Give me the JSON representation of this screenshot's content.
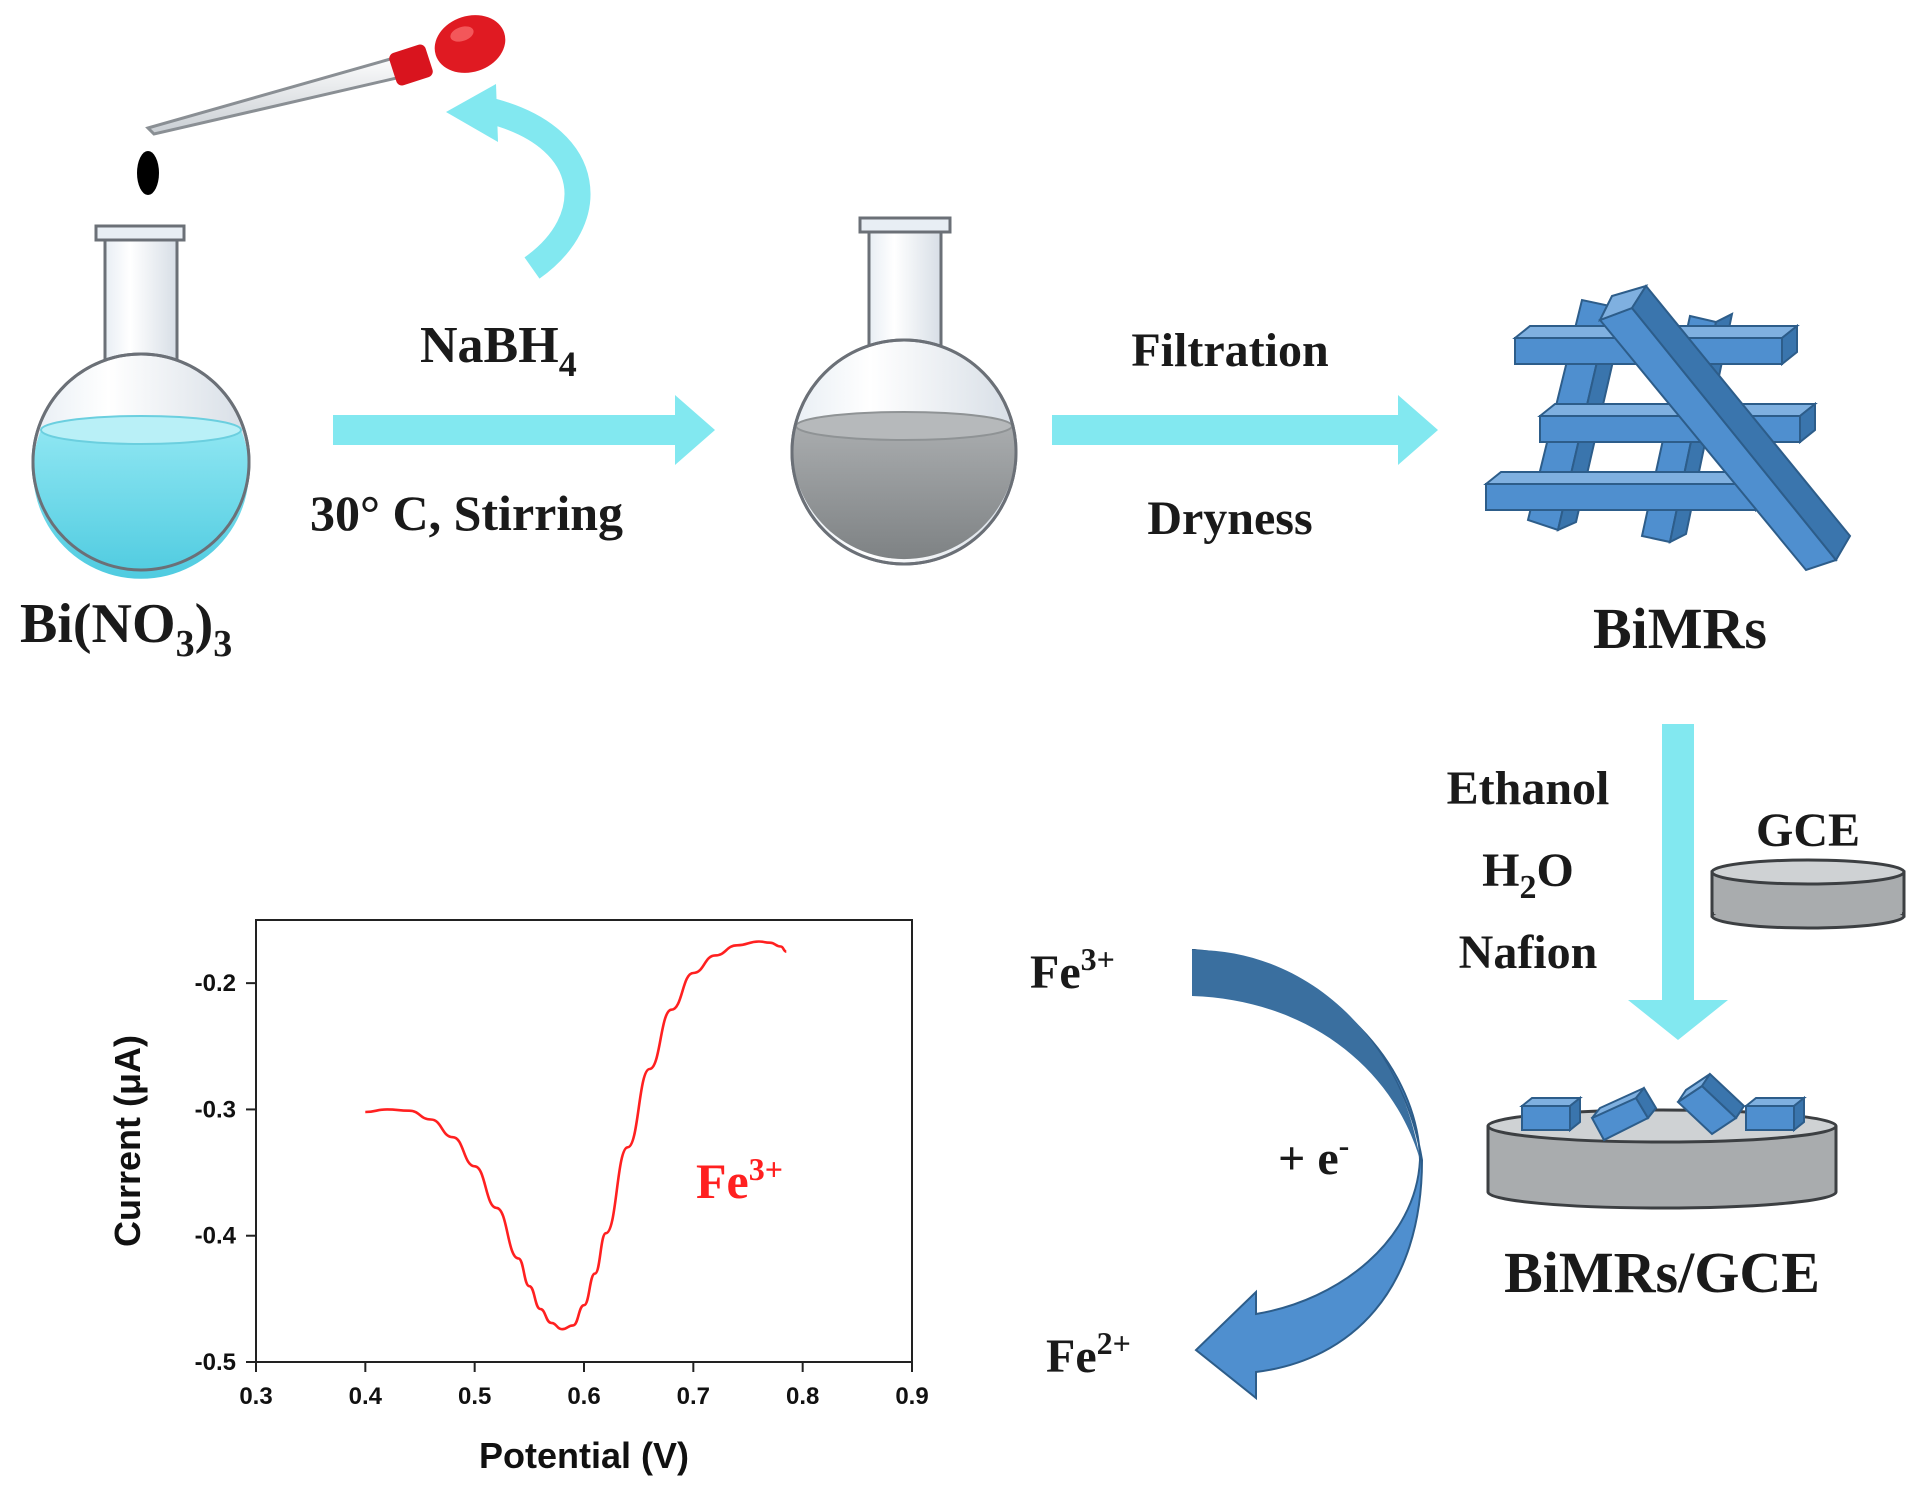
{
  "step1": {
    "reactant_base": "Bi(NO",
    "reactant_sub1": "3",
    "reactant_close": ")",
    "reactant_sub2": "3",
    "reagent_base": "NaBH",
    "reagent_sub": "4",
    "conditions": "30° C,  Stirring"
  },
  "step2": {
    "label_top": "Filtration",
    "label_bottom": "Dryness",
    "product": "BiMRs"
  },
  "step3": {
    "solvent1": "Ethanol",
    "solvent2_base": "H",
    "solvent2_sub": "2",
    "solvent2_end": "O",
    "solvent3": "Nafion",
    "electrode": "GCE",
    "product": "BiMRs/GCE"
  },
  "reaction": {
    "ion_in_base": "Fe",
    "ion_in_sup": "3+",
    "electron_base": "+ e",
    "electron_sup": "-",
    "ion_out_base": "Fe",
    "ion_out_sup": "2+"
  },
  "colors": {
    "arrow_cyan": "#82e8f0",
    "solution_cyan": "#5fd6e8",
    "solution_gray": "#8f9395",
    "rod_blue": "#4f8fcf",
    "curve_red": "#ff2020",
    "dropper_red": "#d9141e"
  },
  "chart_data": {
    "type": "line",
    "xlabel": "Potential (V)",
    "ylabel": "Current (μA)",
    "xlim": [
      0.3,
      0.9
    ],
    "ylim": [
      -0.5,
      -0.15
    ],
    "xticks": [
      "0.3",
      "0.4",
      "0.5",
      "0.6",
      "0.7",
      "0.8",
      "0.9"
    ],
    "yticks": [
      "-0.2",
      "-0.3",
      "-0.4",
      "-0.5"
    ],
    "annotation_base": "Fe",
    "annotation_sup": "3+",
    "series": [
      {
        "x": [
          0.4,
          0.42,
          0.44,
          0.46,
          0.48,
          0.5,
          0.52,
          0.54,
          0.55,
          0.56,
          0.57,
          0.58,
          0.59,
          0.6,
          0.61,
          0.62,
          0.64,
          0.66,
          0.68,
          0.7,
          0.72,
          0.74,
          0.76,
          0.77,
          0.78,
          0.785
        ],
        "y": [
          -0.302,
          -0.3,
          -0.301,
          -0.308,
          -0.322,
          -0.345,
          -0.378,
          -0.418,
          -0.44,
          -0.458,
          -0.469,
          -0.474,
          -0.471,
          -0.455,
          -0.43,
          -0.398,
          -0.33,
          -0.268,
          -0.221,
          -0.192,
          -0.178,
          -0.17,
          -0.167,
          -0.168,
          -0.171,
          -0.175
        ]
      }
    ]
  }
}
